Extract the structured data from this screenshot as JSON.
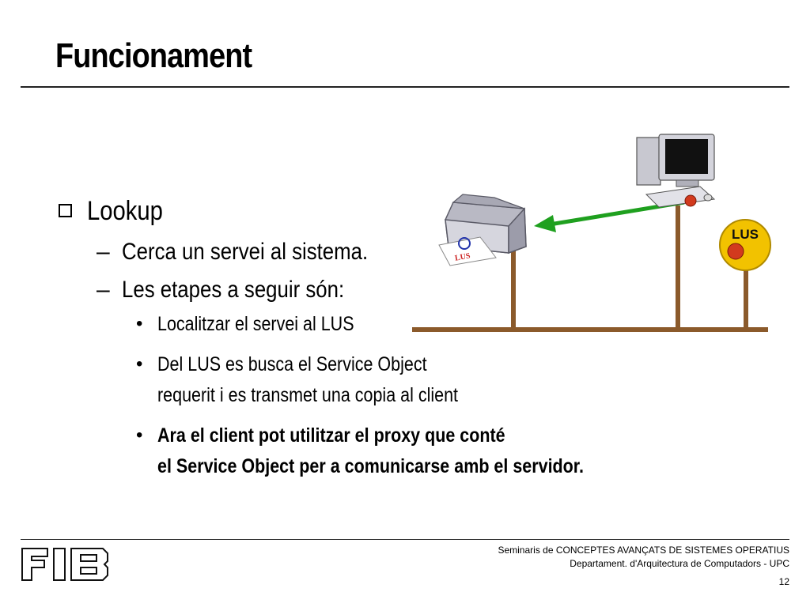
{
  "slide": {
    "title": "Funcionament",
    "level1": "Lookup",
    "level2": [
      "Cerca un servei al sistema.",
      "Les etapes a seguir són:"
    ],
    "level3": [
      "Localitzar el servei al LUS",
      "Del LUS es busca el Service Object\nrequerit i es transmet una copia al client",
      "Ara el client pot utilitzar el proxy que conté\nel Service Object per a comunicarse amb el servidor."
    ],
    "dash": "–",
    "bullet": "•"
  },
  "diagram": {
    "lus_label": "LUS",
    "printer_paper_label": "LUS",
    "colors": {
      "network": "#8B5A2B",
      "arrow": "#1FA01F",
      "lus_disc": "#F2C200",
      "button": "#D23A1E"
    },
    "icons": [
      "printer-icon",
      "computer-icon",
      "lus-icon"
    ]
  },
  "footer": {
    "logo": "FIB",
    "line1": "Seminaris de CONCEPTES AVANÇATS DE SISTEMES OPERATIUS",
    "line2": "Departament.  d'Arquitectura de Computadors - UPC",
    "page": "12"
  }
}
